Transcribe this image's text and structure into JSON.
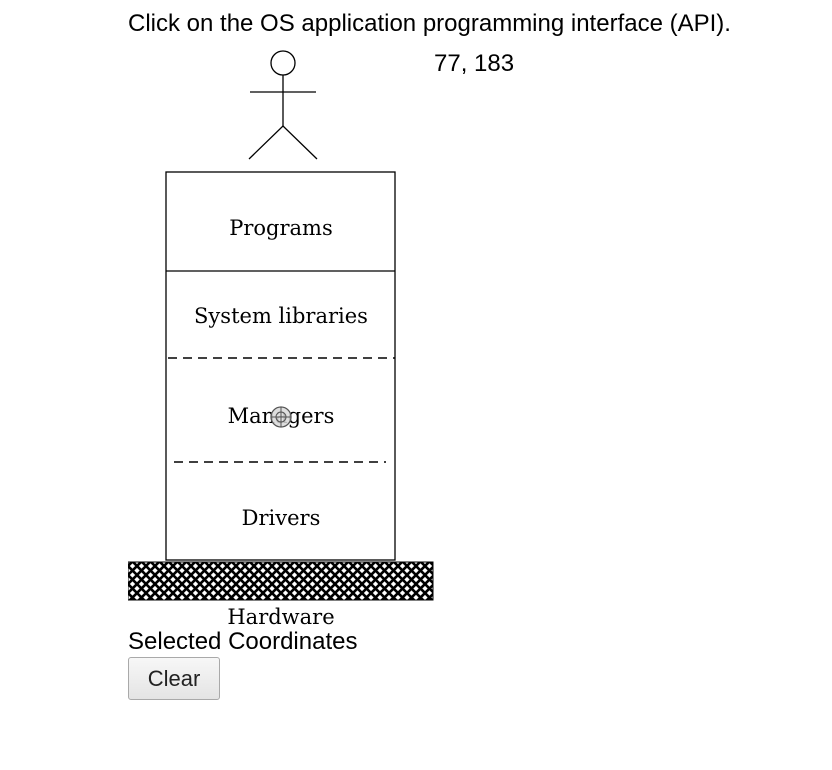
{
  "instruction": "Click on the OS application programming interface (API).",
  "coordinates_display": "77, 183",
  "diagram": {
    "layers": {
      "programs": "Programs",
      "system_libraries": "System libraries",
      "managers": "Managers",
      "drivers": "Drivers",
      "hardware": "Hardware"
    }
  },
  "selected_coordinates_label": "Selected Coordinates",
  "clear_button_label": "Clear"
}
